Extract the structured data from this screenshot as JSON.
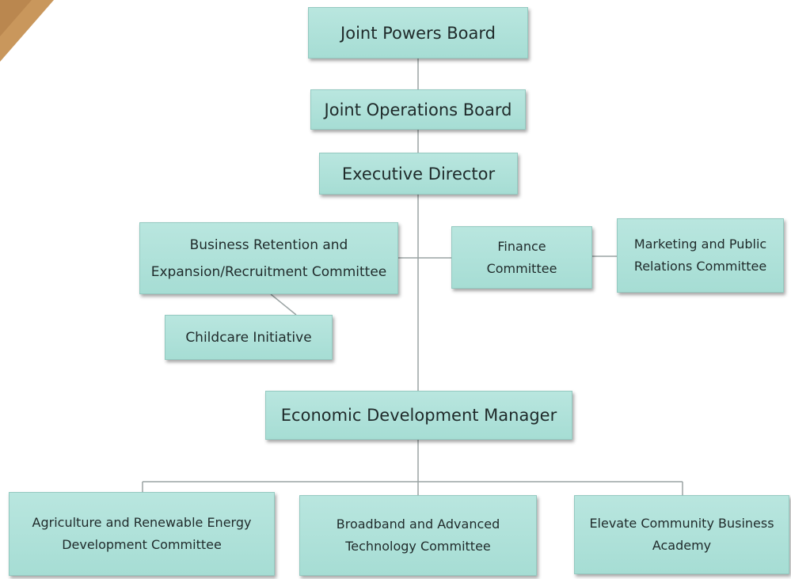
{
  "diagram": {
    "nodes": {
      "joint_powers_board": "Joint Powers Board",
      "joint_operations_board": "Joint Operations Board",
      "executive_director": "Executive Director",
      "business_retention": [
        "Business Retention and",
        "Expansion/Recruitment Committee"
      ],
      "childcare_initiative": "Childcare Initiative",
      "finance_committee": [
        "Finance",
        "Committee"
      ],
      "marketing_committee": [
        "Marketing and Public",
        "Relations Committee"
      ],
      "economic_development_manager": "Economic Development Manager",
      "agriculture_committee": [
        "Agriculture and Renewable Energy",
        "Development Committee"
      ],
      "broadband_committee": [
        "Broadband and Advanced",
        "Technology Committee"
      ],
      "elevate_academy": [
        "Elevate Community Business",
        "Academy"
      ]
    },
    "colors": {
      "node_fill": "#aee0d8",
      "node_border": "#93c9c0",
      "connector": "#9aa3a3",
      "corner_accent": "#c9975c"
    }
  }
}
